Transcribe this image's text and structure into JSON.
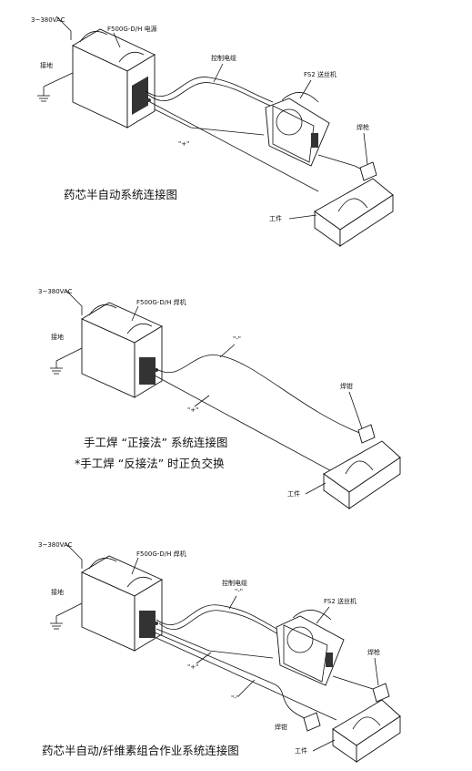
{
  "diagrams": [
    {
      "supply": "3~380VAC",
      "ground": "接地",
      "machine": "F500G-D/H 电源",
      "control_cable": "控制电缆",
      "feeder": "FS2 送丝机",
      "torch": "焊枪",
      "workpiece": "工件",
      "positive": "\"+\"",
      "caption": "药芯半自动系统连接图"
    },
    {
      "supply": "3~380VAC",
      "ground": "接地",
      "machine": "F500G-D/H 焊机",
      "negative": "\"-\"",
      "positive": "\"+\"",
      "torch": "焊钳",
      "workpiece": "工件",
      "caption_line1": "手工焊 “正接法” 系统连接图",
      "caption_line2": "*手工焊 “反接法” 时正负交换"
    },
    {
      "supply": "3~380VAC",
      "ground": "接地",
      "machine": "F500G-D/H 焊机",
      "control_cable": "控制电缆",
      "control_cable_sign": "\"-\"",
      "feeder": "FS2 送丝机",
      "torch": "焊枪",
      "positive": "\"+\"",
      "negative": "\"-\"",
      "holder": "焊钳",
      "workpiece": "工件",
      "caption": "药芯半自动/纤维素组合作业系统连接图"
    }
  ]
}
